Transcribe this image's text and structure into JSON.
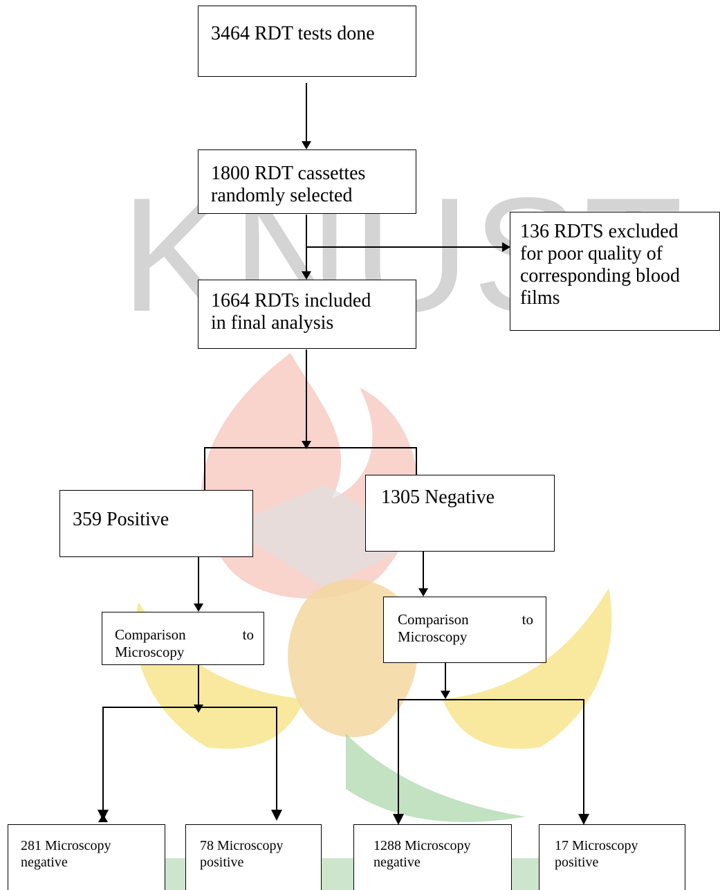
{
  "watermark": {
    "text": "KNUST"
  },
  "flowchart": {
    "total": "3464 RDT tests done",
    "selected": [
      "1800 RDT cassettes",
      "randomly selected"
    ],
    "excluded": [
      "136 RDTS excluded",
      "for poor quality of",
      "corresponding blood",
      "films"
    ],
    "included": [
      "1664 RDTs included",
      "in final analysis"
    ],
    "positive": "359 Positive",
    "negative": "1305 Negative",
    "comparison_left": {
      "word1": "Comparison",
      "word2": "to",
      "line2": "Microscopy"
    },
    "comparison_right": {
      "word1": "Comparison",
      "word2": "to",
      "line2": "Microscopy"
    },
    "pos_micro_neg": [
      "281 Microscopy",
      "negative"
    ],
    "pos_micro_pos": [
      "78 Microscopy",
      "positive"
    ],
    "neg_micro_neg": [
      "1288 Microscopy",
      "negative"
    ],
    "neg_micro_pos": [
      "17 Microscopy",
      "positive"
    ]
  }
}
